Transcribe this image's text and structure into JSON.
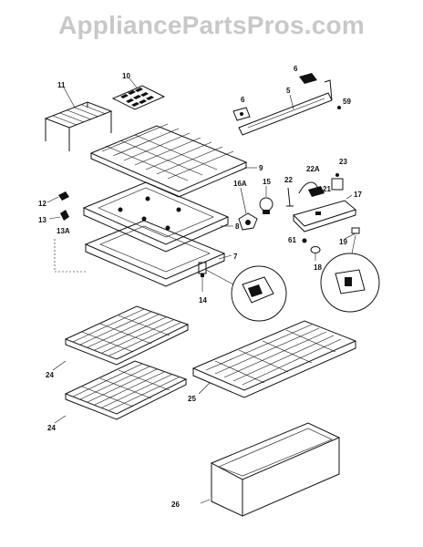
{
  "watermark": "AppliancePartsPros.com",
  "callouts": {
    "c11": "11",
    "c10": "10",
    "c6a": "6",
    "c5": "5",
    "c6b": "6",
    "c59": "59",
    "c9": "9",
    "c16a": "16A",
    "c15": "15",
    "c22": "22",
    "c22a": "22A",
    "c23": "23",
    "c21": "21",
    "c17": "17",
    "c12": "12",
    "c13": "13",
    "c13a": "13A",
    "c8": "8",
    "c7": "7",
    "c61": "61",
    "c18": "18",
    "c19": "19",
    "c14": "14",
    "c24a": "24",
    "c24b": "24",
    "c25": "25",
    "c26": "26"
  }
}
